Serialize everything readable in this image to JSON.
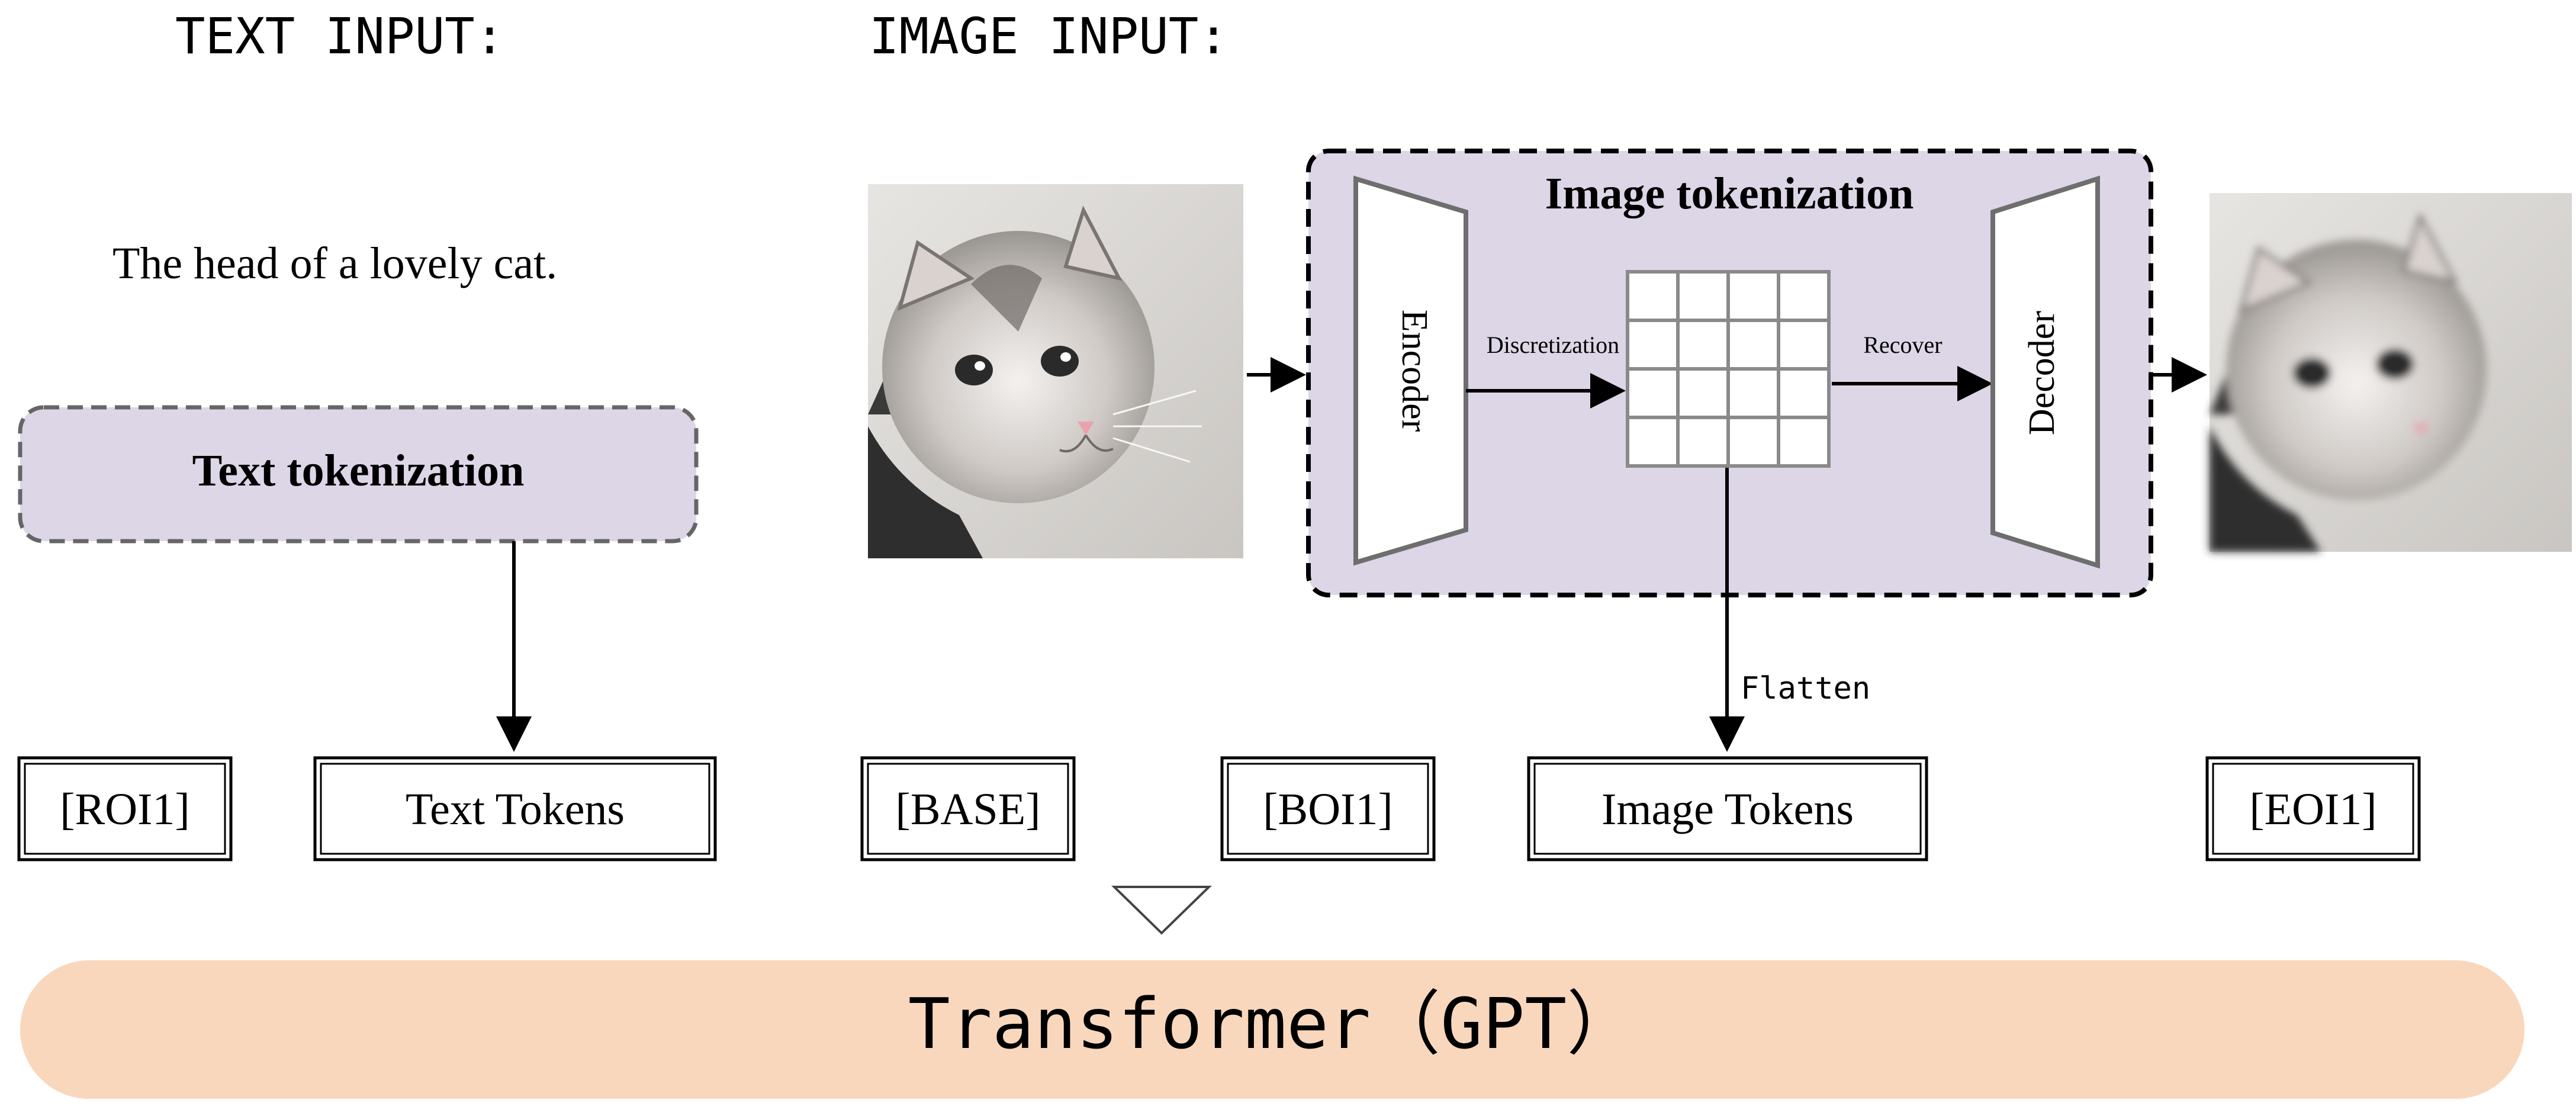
{
  "headers": {
    "text_input": "TEXT INPUT:",
    "image_input": "IMAGE INPUT:"
  },
  "text_input": {
    "sentence": "The head of a lovely cat."
  },
  "text_tokenization": {
    "label": "Text tokenization"
  },
  "image_tokenization": {
    "title": "Image tokenization",
    "encoder": "Encoder",
    "decoder": "Decoder",
    "discretization": "Discretization",
    "recover": "Recover",
    "flatten": "Flatten",
    "grid": {
      "rows": 4,
      "cols": 4
    }
  },
  "tokens": {
    "roi": "[ROI1]",
    "text_tokens": "Text Tokens",
    "base": "[BASE]",
    "boi": "[BOI1]",
    "image_tokens": "Image Tokens",
    "eoi": "[EOI1]"
  },
  "transformer": {
    "label": "Transformer（GPT）"
  },
  "colors": {
    "tokenization_fill": "#ddd6e6",
    "transformer_fill": "#f9d7bd",
    "grid_fill": "#ffffff",
    "stroke": "#000000",
    "dashed_stroke": "#666666"
  }
}
